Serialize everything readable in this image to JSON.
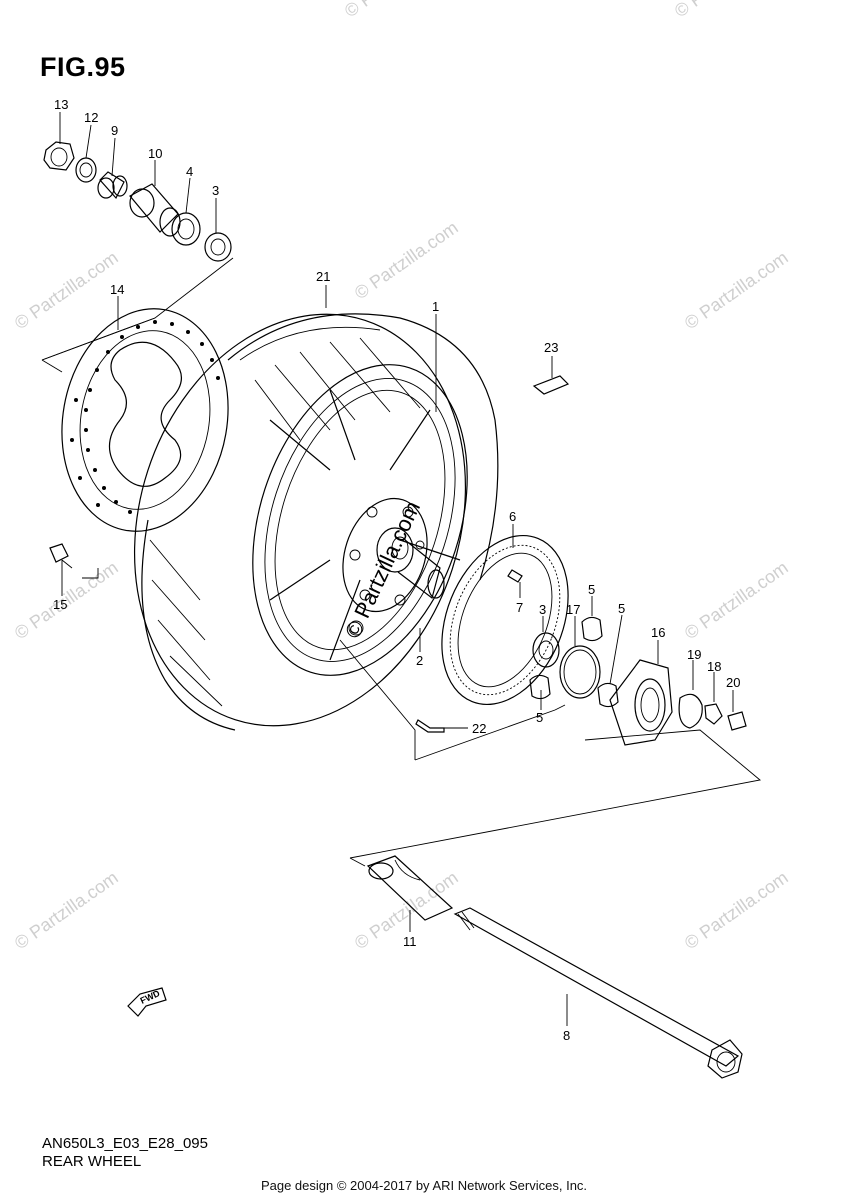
{
  "figure": {
    "title": "FIG.95",
    "code": "AN650L3_E03_E28_095",
    "name": "REAR WHEEL"
  },
  "footer": "Page design © 2004-2017 by ARI Network Services, Inc.",
  "watermark": "© Partzilla.com",
  "center_watermark": "© Partzilla.com",
  "fwd_label": "FWD",
  "callouts": [
    "13",
    "12",
    "9",
    "10",
    "4",
    "3",
    "21",
    "1",
    "14",
    "23",
    "6",
    "7",
    "3",
    "5",
    "17",
    "5",
    "16",
    "19",
    "18",
    "20",
    "15",
    "2",
    "5",
    "22",
    "11",
    "8"
  ]
}
